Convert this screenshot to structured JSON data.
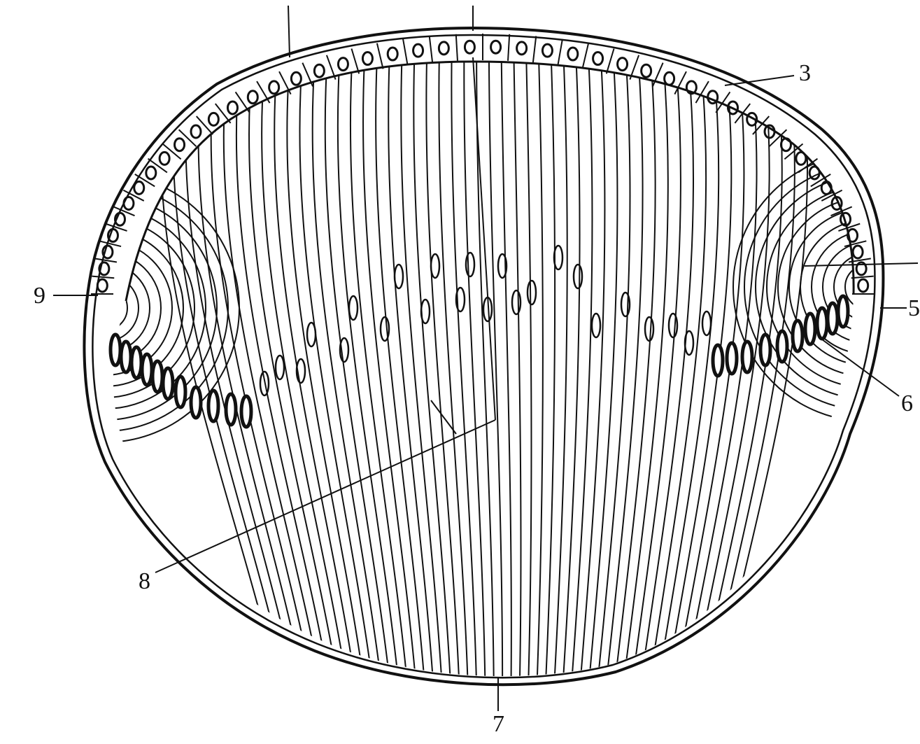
{
  "diagram": {
    "labels": {
      "l3": "3",
      "l5": "5",
      "l6": "6",
      "l7": "7",
      "l8": "8",
      "l9": "9"
    },
    "colors": {
      "ink": "#111111",
      "background": "#ffffff"
    }
  }
}
